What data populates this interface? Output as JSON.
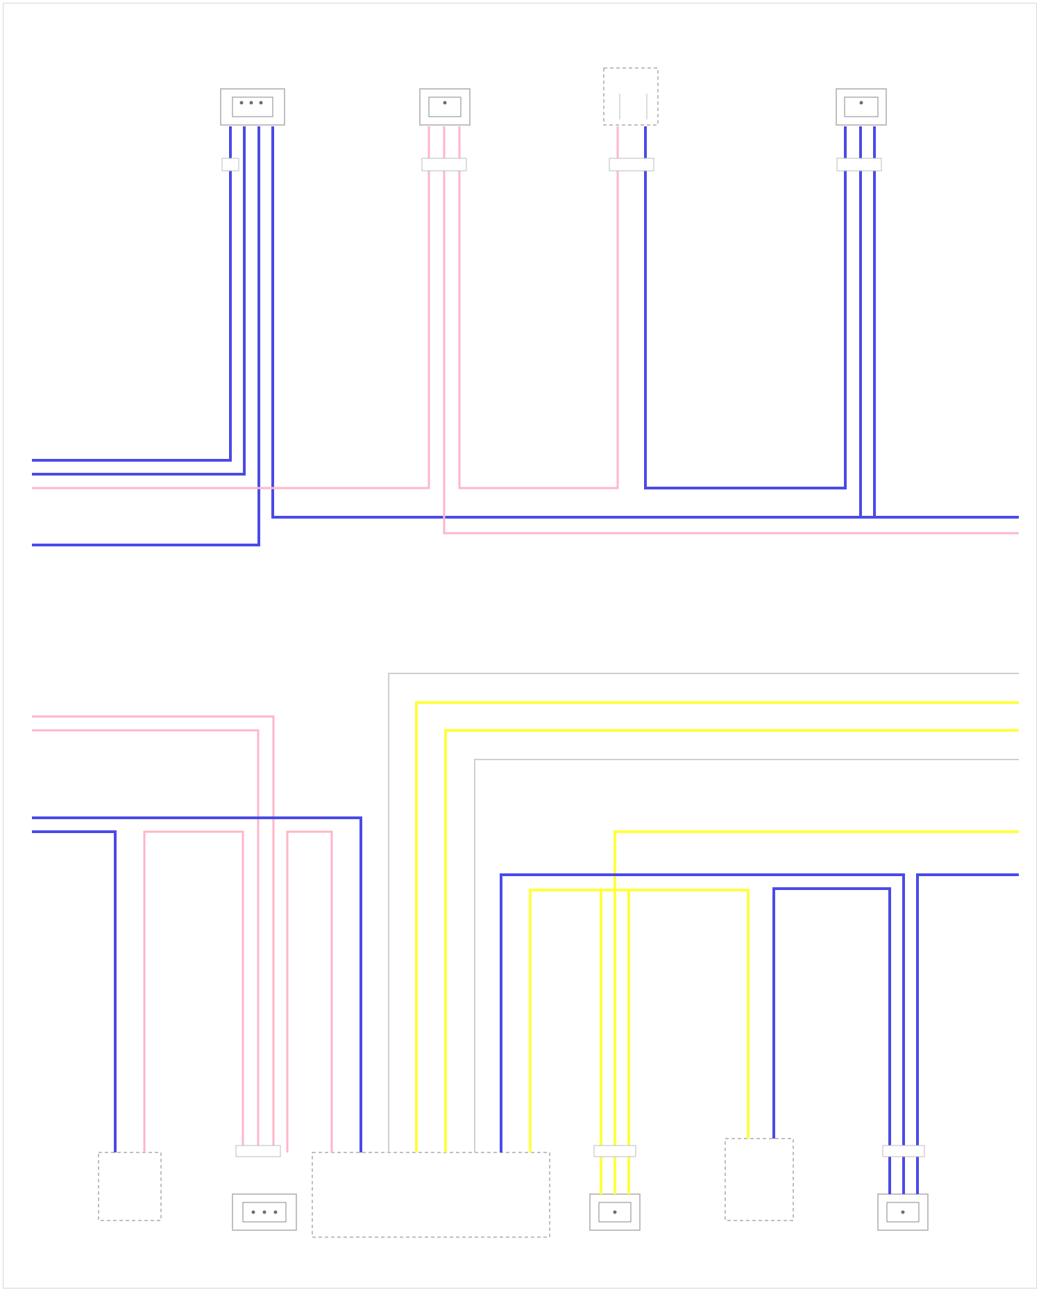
{
  "diagram": {
    "wire_colors": {
      "blue": "#4a4ae8",
      "pink": "#ffb6c9",
      "yellow": "#ffff40",
      "white": "#cfcfcf"
    },
    "components": [
      {
        "id": "top-left-speaker",
        "label": ""
      },
      {
        "id": "top-center-speaker",
        "label": ""
      },
      {
        "id": "top-switch-module",
        "label": ""
      },
      {
        "id": "top-right-speaker",
        "label": ""
      },
      {
        "id": "bottom-left-module",
        "label": ""
      },
      {
        "id": "bottom-speaker-1",
        "label": ""
      },
      {
        "id": "bottom-control-unit",
        "label": ""
      },
      {
        "id": "bottom-speaker-2",
        "label": ""
      },
      {
        "id": "bottom-control-2",
        "label": ""
      },
      {
        "id": "bottom-speaker-3",
        "label": ""
      }
    ],
    "footer_text": ""
  }
}
